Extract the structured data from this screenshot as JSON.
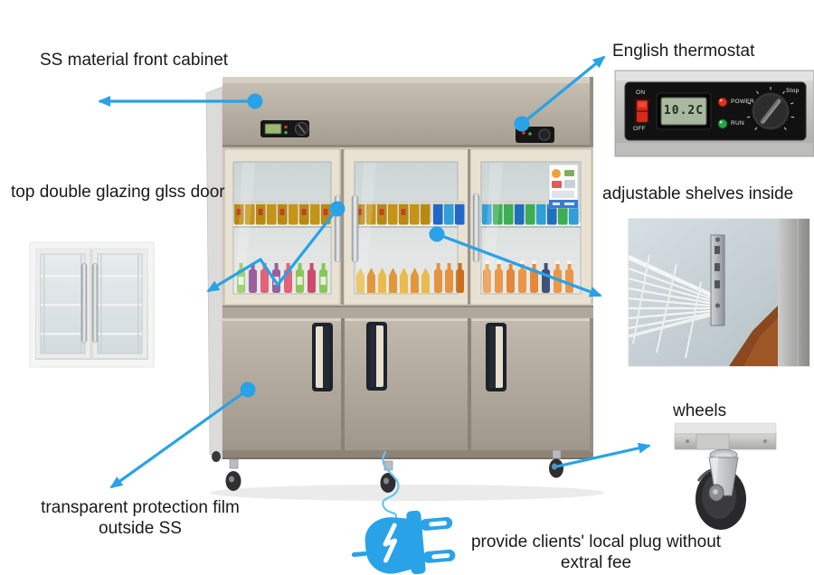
{
  "annotations": {
    "ss_cabinet": "SS material front cabinet",
    "english_thermostat": "English thermostat",
    "glass_door": "top double glazing glss door",
    "adjustable_shelves": "adjustable shelves inside",
    "protection_film_line1": "transparent protection film",
    "protection_film_line2": "outside SS",
    "wheels": "wheels",
    "plug_line1": "provide clients' local plug without",
    "plug_line2": "extral fee"
  },
  "thermostat_panel": {
    "switch_on": "ON",
    "switch_off": "OFF",
    "led_power": "POWER",
    "led_run": "RUN",
    "dial_stop": "Stop",
    "display_value": "10.2C"
  },
  "colors": {
    "accent_blue": "#29a2e8",
    "label_text": "#1a1a1a",
    "cabinet_steel": "#b3ab9e",
    "glass_frame_cream": "#eae3d3",
    "plug_blue": "#29a2e8"
  },
  "icons": {
    "plug": "plug-icon",
    "arrow": "arrow-connector-icon",
    "power_led": "power-led-icon",
    "run_led": "run-led-icon",
    "dial": "thermostat-dial-icon"
  }
}
